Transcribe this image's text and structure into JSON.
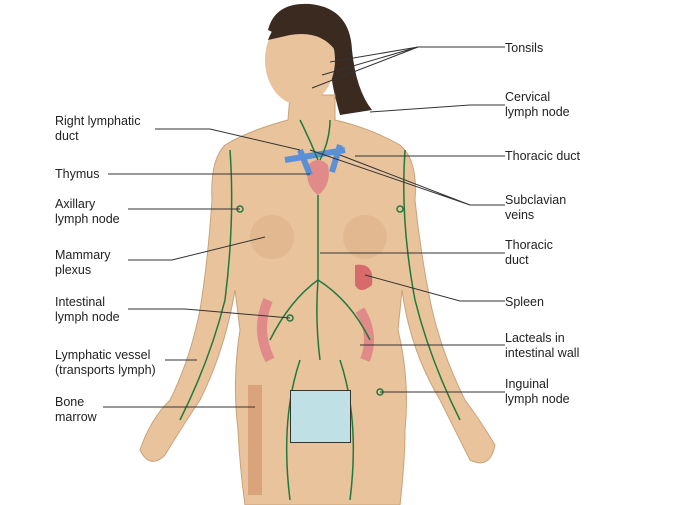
{
  "labels_left": {
    "right_lymphatic_duct": "Right lymphatic\nduct",
    "thymus": "Thymus",
    "axillary_lymph_node": "Axillary\nlymph node",
    "mammary_plexus": "Mammary\nplexus",
    "intestinal_lymph_node": "Intestinal\nlymph node",
    "lymphatic_vessel": "Lymphatic vessel\n(transports lymph)",
    "bone_marrow": "Bone\nmarrow"
  },
  "labels_right": {
    "tonsils": "Tonsils",
    "cervical_lymph_node": "Cervical\nlymph node",
    "thoracic_duct_upper": "Thoracic duct",
    "subclavian_veins": "Subclavian\nveins",
    "thoracic_duct_lower": "Thoracic\nduct",
    "spleen": "Spleen",
    "lacteals": "Lacteals in\nintestinal wall",
    "inguinal_lymph_node": "Inguinal\nlymph node"
  },
  "colors": {
    "skin": "#e8c39c",
    "hair": "#3a2a20",
    "lymph": "#1f7a3a",
    "veins": "#5b8fd6",
    "organ": "#e08a8a",
    "cover_box": "#bfe1e5"
  }
}
